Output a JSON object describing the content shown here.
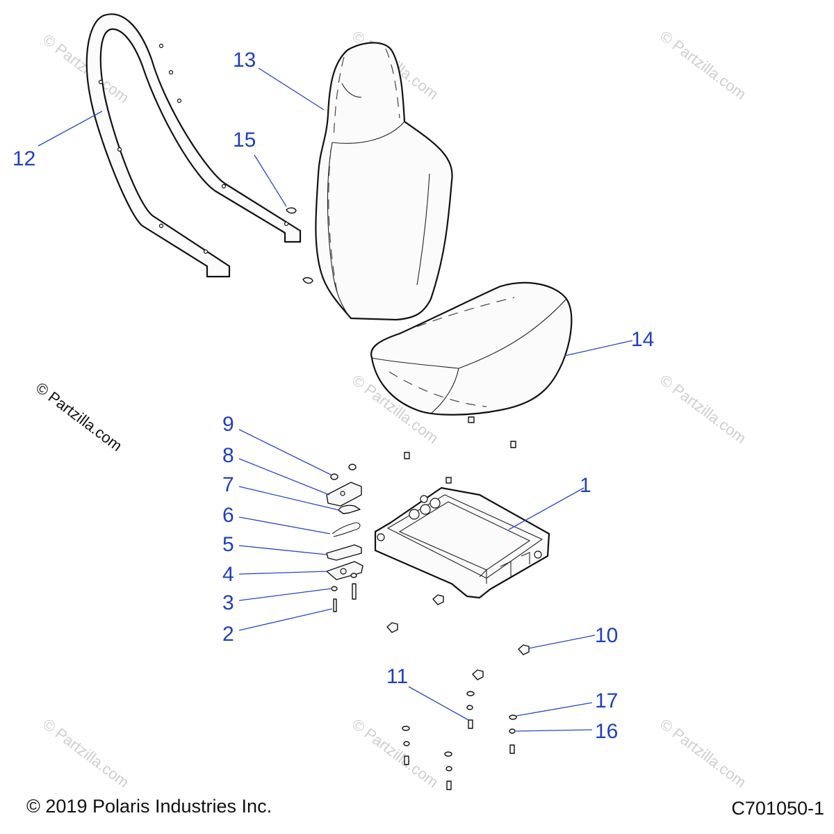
{
  "diagram": {
    "callouts": {
      "c1": "1",
      "c2": "2",
      "c3": "3",
      "c4": "4",
      "c5": "5",
      "c6": "6",
      "c7": "7",
      "c8": "8",
      "c9": "9",
      "c10": "10",
      "c11": "11",
      "c12": "12",
      "c13": "13",
      "c14": "14",
      "c15": "15",
      "c16": "16",
      "c17": "17"
    }
  },
  "watermark_text": "© Partzilla.com",
  "footer": {
    "copyright": "© 2019 Polaris Industries Inc.",
    "drawing_code": "C701050-1"
  },
  "colors": {
    "callout": "#1f3fbf",
    "line_art": "#111111",
    "watermark": "#cfcfcf"
  }
}
